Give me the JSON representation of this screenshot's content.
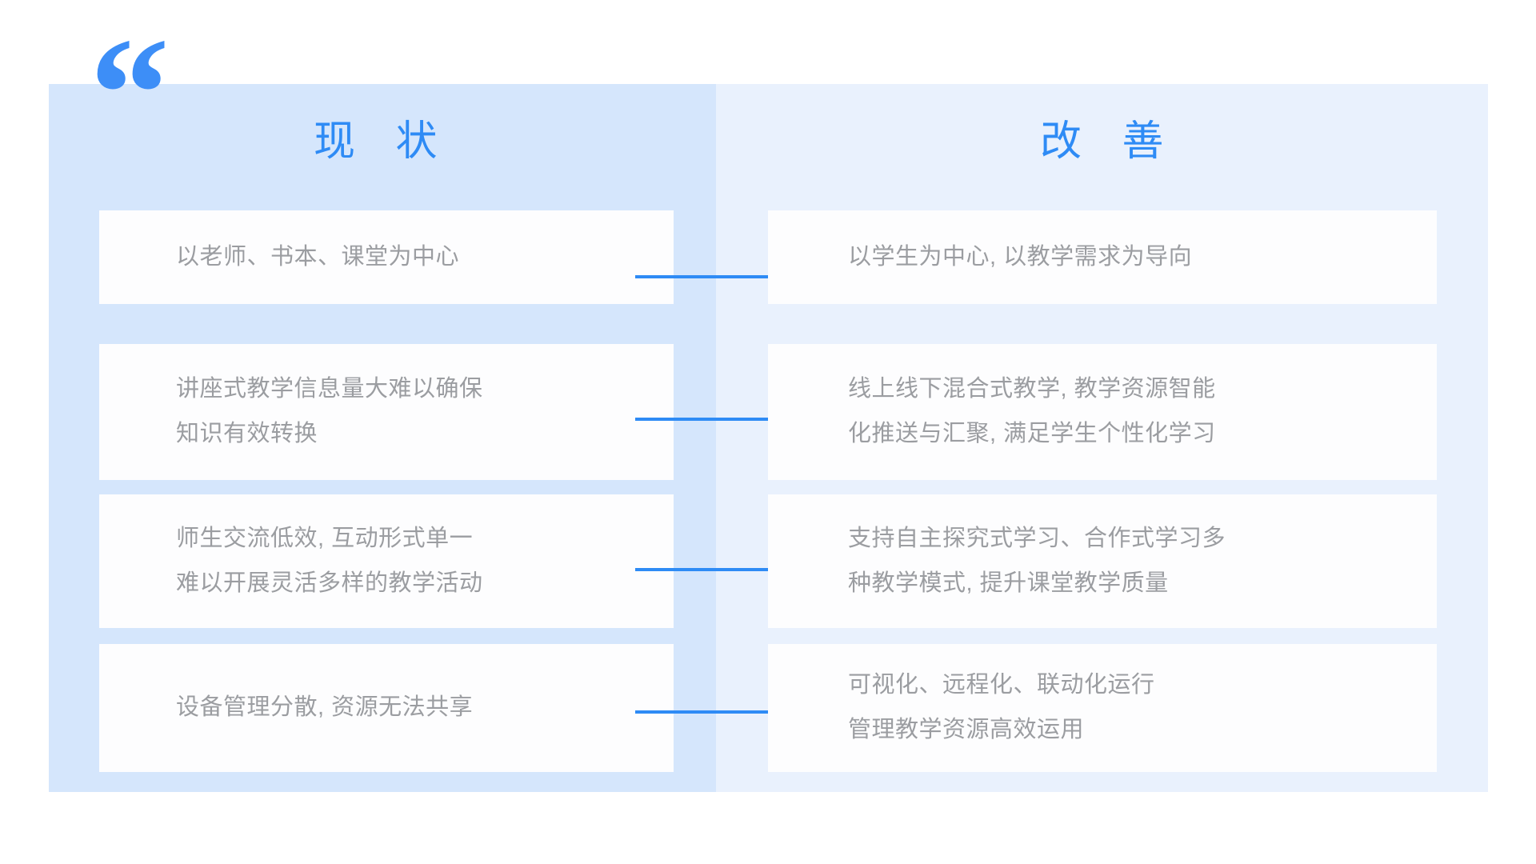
{
  "colors": {
    "accent": "#2e8bf5",
    "quote_mark": "#3d8ef7",
    "panel_left_bg": "#d5e6fc",
    "panel_right_bg": "#e9f1fd",
    "card_bg": "#fdfdfe",
    "body_text": "#9b9da1",
    "page_bg": "#ffffff"
  },
  "decor": {
    "quote_open": "“",
    "quote_close": "”"
  },
  "columns": {
    "left": {
      "title": "现 状"
    },
    "right": {
      "title": "改 善"
    }
  },
  "rows": [
    {
      "current": "以老师、书本、课堂为中心",
      "improved": "以学生为中心, 以教学需求为导向",
      "arrow": "arrow-right"
    },
    {
      "current": "讲座式教学信息量大难以确保\n知识有效转换",
      "improved": "线上线下混合式教学, 教学资源智能\n化推送与汇聚, 满足学生个性化学习",
      "arrow": "arrow-right"
    },
    {
      "current": "师生交流低效, 互动形式单一\n难以开展灵活多样的教学活动",
      "improved": "支持自主探究式学习、合作式学习多\n种教学模式, 提升课堂教学质量",
      "arrow": "arrow-right"
    },
    {
      "current": "设备管理分散, 资源无法共享",
      "improved": "可视化、远程化、联动化运行\n管理教学资源高效运用",
      "arrow": "arrow-right"
    }
  ]
}
